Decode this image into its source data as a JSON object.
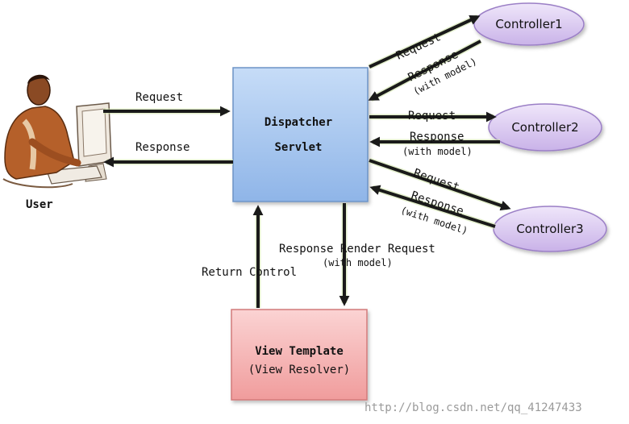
{
  "user": {
    "label": "User"
  },
  "dispatcher": {
    "line1": "Dispatcher",
    "line2": "Servlet"
  },
  "controllers": [
    {
      "label": "Controller1"
    },
    {
      "label": "Controller2"
    },
    {
      "label": "Controller3"
    }
  ],
  "view": {
    "line1": "View Template",
    "line2": "(View Resolver)"
  },
  "edges": {
    "user_request": "Request",
    "user_response": "Response",
    "c1_request": "Request",
    "c1_response": "Response",
    "c1_with_model": "(with model)",
    "c2_request": "Request",
    "c2_response": "Response",
    "c2_with_model": "(with model)",
    "c3_request": "Request",
    "c3_response": "Response",
    "c3_with_model": "(with model)",
    "render_request": "Response Render Request",
    "render_with_model": "(with model)",
    "return_control": "Return Control"
  },
  "watermark": "http://blog.csdn.net/qq_41247433",
  "colors": {
    "dispatcher_fill": "#a9c8f0",
    "controller_fill": "#d8c6ef",
    "view_fill": "#f4b3b3",
    "arrow": "#1a1a1a"
  }
}
